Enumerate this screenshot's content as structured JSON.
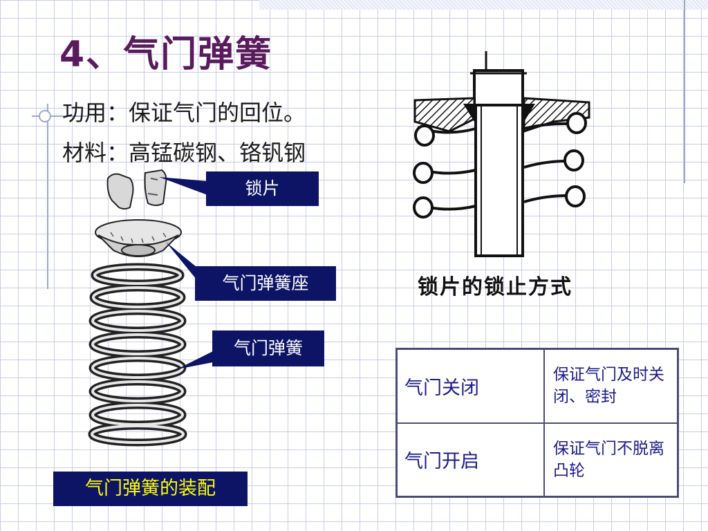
{
  "title": "4、气门弹簧",
  "function_line": "功用：保证气门的回位。",
  "material_line": "材料：高锰碳钢、铬钒钢",
  "labels": {
    "lock_piece": "锁片",
    "spring_seat": "气门弹簧座",
    "spring": "气门弹簧"
  },
  "assembly_caption": "气门弹簧的装配",
  "diagram_caption": "锁片的锁止方式",
  "table": {
    "rows": [
      {
        "state": "气门关闭",
        "effect": "保证气门及时关闭、密封"
      },
      {
        "state": "气门开启",
        "effect": "保证气门不脱离凸轮"
      }
    ]
  },
  "colors": {
    "title": "#5a1a5e",
    "label_box_bg": "#0d1466",
    "caption_text": "#ffff00",
    "table_text": "#1a1a8a"
  }
}
